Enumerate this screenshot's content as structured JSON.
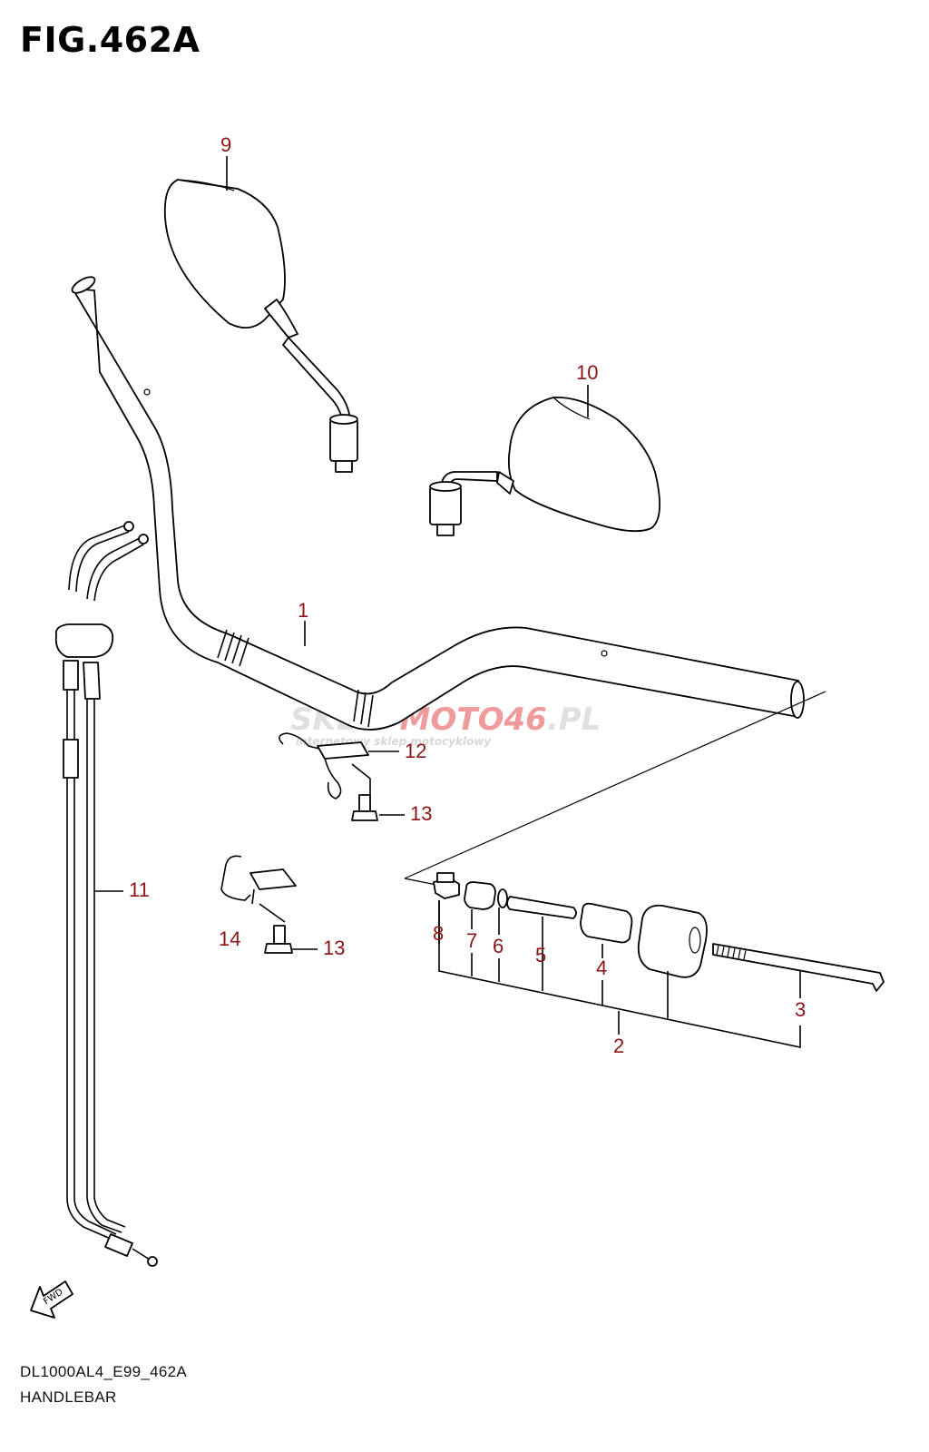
{
  "figure": {
    "title": "FIG.462A",
    "model_code": "DL1000AL4_E99_462A",
    "name": "HANDLEBAR",
    "fwd_label": "FWD"
  },
  "watermark": {
    "brand_grey": "SKLEP",
    "brand_red": "MOTO46",
    "brand_suffix": ".PL",
    "tagline": "internetowy sklep motocyklowy"
  },
  "callouts": [
    {
      "id": "c1",
      "label": "1"
    },
    {
      "id": "c2",
      "label": "2"
    },
    {
      "id": "c3",
      "label": "3"
    },
    {
      "id": "c4",
      "label": "4"
    },
    {
      "id": "c5",
      "label": "5"
    },
    {
      "id": "c6",
      "label": "6"
    },
    {
      "id": "c7",
      "label": "7"
    },
    {
      "id": "c8",
      "label": "8"
    },
    {
      "id": "c9",
      "label": "9"
    },
    {
      "id": "c10",
      "label": "10"
    },
    {
      "id": "c11",
      "label": "11"
    },
    {
      "id": "c12",
      "label": "12"
    },
    {
      "id": "c13a",
      "label": "13"
    },
    {
      "id": "c13b",
      "label": "13"
    },
    {
      "id": "c14",
      "label": "14"
    }
  ],
  "colors": {
    "callout": "#8b1414",
    "line": "#000000",
    "watermark_grey": "#c8c8c8",
    "watermark_red": "#e24a4a"
  }
}
